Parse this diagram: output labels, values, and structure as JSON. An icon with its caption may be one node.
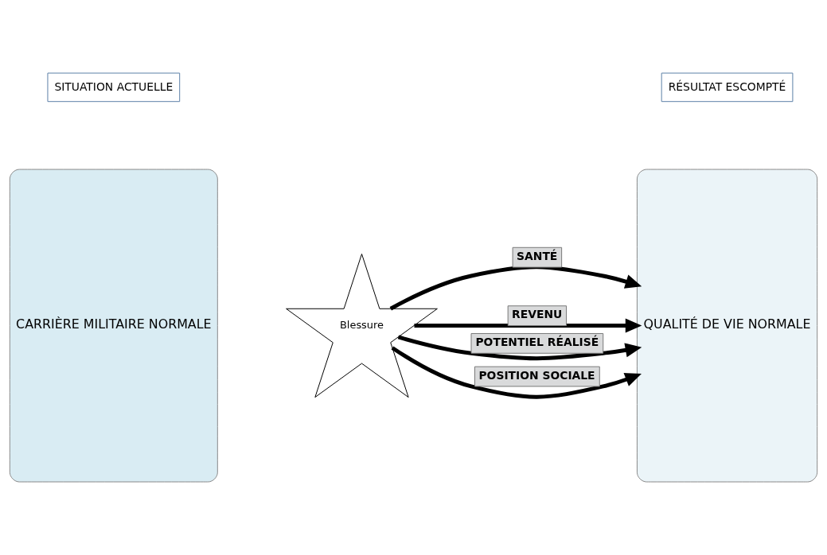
{
  "diagram": {
    "nodes": [
      {
        "text": [
          "SITUATION ACTUELLE"
        ]
      },
      {
        "text": [
          "RÉSULTAT ESCOMPTÉ"
        ]
      },
      {
        "text": [
          "CARRIÈRE MILITAIRE NORMALE"
        ]
      },
      {
        "text": [
          "Blessure"
        ]
      },
      {
        "text": [
          "QUALITÉ DE VIE NORMALE"
        ]
      }
    ],
    "edges": [
      {
        "from": 3,
        "to": 4,
        "arrow": "to",
        "label": "SANTÉ"
      },
      {
        "from": 3,
        "to": 4,
        "arrow": "to",
        "label": "REVENU"
      },
      {
        "from": 3,
        "to": 4,
        "arrow": "to",
        "label": "POTENTIEL RÉALISÉ"
      },
      {
        "from": 3,
        "to": 4,
        "arrow": "to",
        "label": "POSITION SOCIALE"
      }
    ]
  }
}
